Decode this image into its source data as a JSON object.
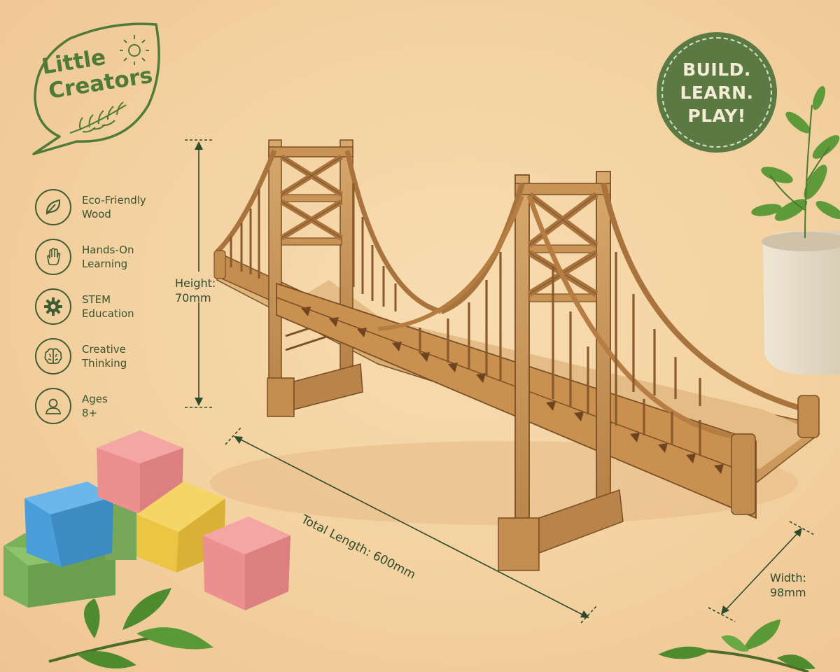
{
  "brand": {
    "name_line1": "Little",
    "name_line2": "Creators",
    "icon": "leaf-speech-bubble-logo"
  },
  "badge": {
    "line1": "BUILD.",
    "line2": "LEARN.",
    "line3": "PLAY!"
  },
  "features": [
    {
      "line1": "Eco-Friendly",
      "line2": "Wood",
      "icon": "leaf-icon"
    },
    {
      "line1": "Hands-On",
      "line2": "Learning",
      "icon": "hand-icon"
    },
    {
      "line1": "STEM",
      "line2": "Education",
      "icon": "gear-icon"
    },
    {
      "line1": "Creative",
      "line2": "Thinking",
      "icon": "brain-icon"
    },
    {
      "line1": "Ages",
      "line2": "8+",
      "icon": "person-icon"
    }
  ],
  "dimensions": {
    "height_line1": "Height:",
    "height_line2": "70mm",
    "length": "Total Length: 600mm",
    "width_line1": "Width:",
    "width_line2": "98mm"
  },
  "colors": {
    "background": "#f3d1a0",
    "brand_green": "#5b7a43",
    "wood": "#c9955a",
    "wood_dark": "#7a4f25",
    "block_pink": "#ec8f8f",
    "block_blue": "#4a9ed9",
    "block_yellow": "#edc545",
    "block_green": "#79b05a"
  }
}
